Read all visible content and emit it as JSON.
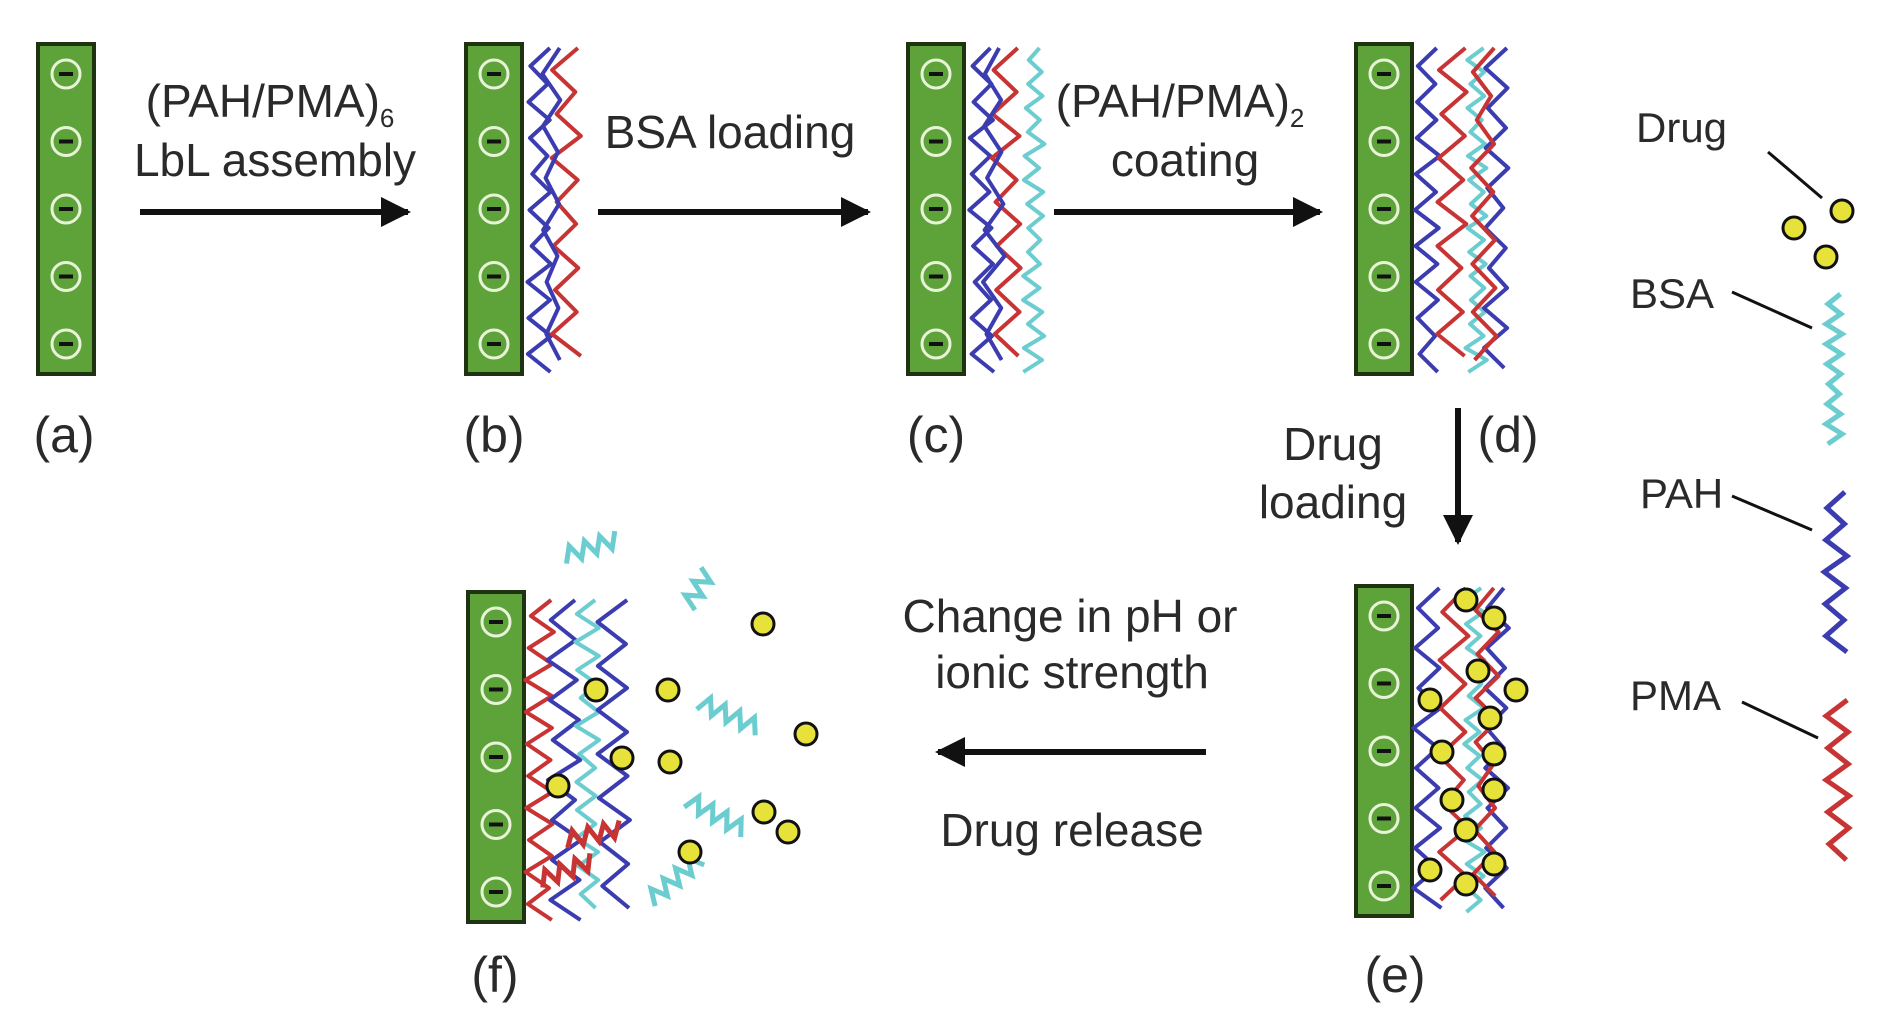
{
  "panels": {
    "a": "(a)",
    "b": "(b)",
    "c": "(c)",
    "d": "(d)",
    "e": "(e)",
    "f": "(f)"
  },
  "steps": {
    "lbl_assembly_1": "(PAH/PMA)",
    "lbl_assembly_sub": "6",
    "lbl_assembly_2": "LbL assembly",
    "bsa_loading": "BSA loading",
    "coating_1": "(PAH/PMA)",
    "coating_sub": "2",
    "coating_2": "coating",
    "drug_loading_1": "Drug",
    "drug_loading_2": "loading",
    "change_1": "Change in pH or",
    "change_2": "ionic strength",
    "drug_release": "Drug release"
  },
  "legend": {
    "drug": "Drug",
    "bsa": "BSA",
    "pah": "PAH",
    "pma": "PMA"
  },
  "colors": {
    "substrate": "#5da33a",
    "substrate_border": "#1f3312",
    "pah": "#3b3cb0",
    "pma": "#c83434",
    "bsa": "#6ccdd0",
    "drug": "#e6e23a",
    "arrow": "#111111"
  }
}
